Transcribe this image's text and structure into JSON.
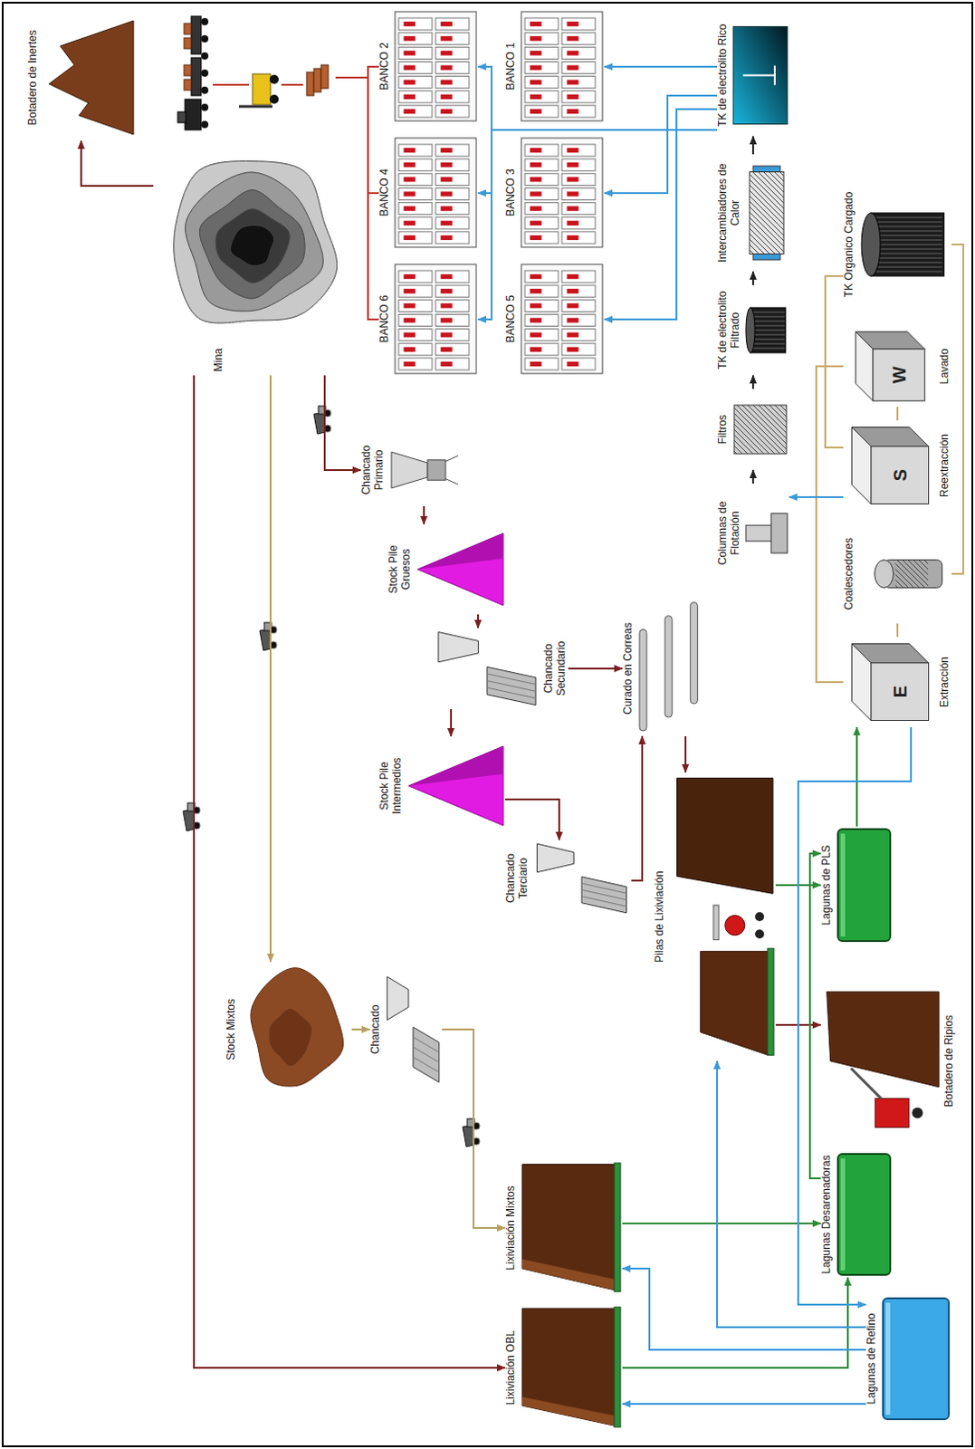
{
  "diagram": {
    "nodes": [
      {
        "text": [
          "Lixiviación OBL"
        ]
      },
      {
        "text": [
          "Lixiviación Mixtos"
        ]
      },
      {
        "text": [
          "Stock Mixtos"
        ]
      },
      {
        "text": [
          "Chancado"
        ]
      },
      {
        "text": [
          "Chancado Terciario"
        ]
      },
      {
        "text": [
          "Stock Pile Intermedios"
        ]
      },
      {
        "text": [
          "Chancado Secundario"
        ]
      },
      {
        "text": [
          "Stock Pile Gruesos"
        ]
      },
      {
        "text": [
          "Chancado Primario"
        ]
      },
      {
        "text": [
          "Mina"
        ]
      },
      {
        "text": [
          "Botadero de Inertes"
        ]
      },
      {
        "text": [
          "Curado en Correas"
        ]
      },
      {
        "text": [
          "Pilas de Lixiviación"
        ]
      },
      {
        "text": [
          "Lagunas de Refino"
        ]
      },
      {
        "text": [
          "Lagunas Desarenadoras"
        ]
      },
      {
        "text": [
          "Botadero de Ripios"
        ]
      },
      {
        "text": [
          "Lagunas de PLS"
        ]
      },
      {
        "text": [
          "E",
          "Extracción"
        ]
      },
      {
        "text": [
          "Coalescedores"
        ]
      },
      {
        "text": [
          "S",
          "Reextracción"
        ]
      },
      {
        "text": [
          "W",
          "Lavado"
        ]
      },
      {
        "text": [
          "TK Organico Cargado"
        ]
      },
      {
        "text": [
          "Columnas de Flotación"
        ]
      },
      {
        "text": [
          "Filtros"
        ]
      },
      {
        "text": [
          "TK de electrolito Filtrado"
        ]
      },
      {
        "text": [
          "Intercambiadores de Calor"
        ]
      },
      {
        "text": [
          "TK de electrolito Rico"
        ]
      },
      {
        "text": [
          "BANCO 6"
        ]
      },
      {
        "text": [
          "BANCO 4"
        ]
      },
      {
        "text": [
          "BANCO 2"
        ]
      },
      {
        "text": [
          "BANCO 5"
        ]
      },
      {
        "text": [
          "BANCO 3"
        ]
      },
      {
        "text": [
          "BANCO 1"
        ]
      }
    ],
    "edges": [
      {
        "from": 9,
        "to": 10,
        "arrow": "to"
      },
      {
        "from": 9,
        "to": 0,
        "arrow": "to"
      },
      {
        "from": 9,
        "to": 2,
        "arrow": "to"
      },
      {
        "from": 2,
        "to": 3,
        "arrow": "to"
      },
      {
        "from": 3,
        "to": 1,
        "arrow": "to"
      },
      {
        "from": 9,
        "to": 8,
        "arrow": "to"
      },
      {
        "from": 8,
        "to": 7,
        "arrow": "to"
      },
      {
        "from": 7,
        "to": 6,
        "arrow": "to"
      },
      {
        "from": 6,
        "to": 5,
        "arrow": "to"
      },
      {
        "from": 6,
        "to": 11,
        "arrow": "to"
      },
      {
        "from": 5,
        "to": 4,
        "arrow": "to"
      },
      {
        "from": 4,
        "to": 11,
        "arrow": "to"
      },
      {
        "from": 11,
        "to": 12,
        "arrow": "to"
      },
      {
        "from": 12,
        "to": 15,
        "arrow": "to"
      },
      {
        "from": 12,
        "to": 16,
        "arrow": "to"
      },
      {
        "from": 1,
        "to": 14,
        "arrow": "to"
      },
      {
        "from": 0,
        "to": 14,
        "arrow": "to"
      },
      {
        "from": 14,
        "to": 16,
        "arrow": "to"
      },
      {
        "from": 16,
        "to": 17,
        "arrow": "to"
      },
      {
        "from": 17,
        "to": 13,
        "arrow": "to"
      },
      {
        "from": 13,
        "to": 0,
        "arrow": "to"
      },
      {
        "from": 13,
        "to": 1,
        "arrow": "to"
      },
      {
        "from": 13,
        "to": 12,
        "arrow": "to"
      },
      {
        "from": 17,
        "to": 18,
        "arrow": "none"
      },
      {
        "from": 18,
        "to": 21,
        "arrow": "none"
      },
      {
        "from": 21,
        "to": 19,
        "arrow": "none"
      },
      {
        "from": 19,
        "to": 20,
        "arrow": "none"
      },
      {
        "from": 20,
        "to": 17,
        "arrow": "none"
      },
      {
        "from": 19,
        "to": 22,
        "arrow": "to"
      },
      {
        "from": 22,
        "to": 23,
        "arrow": "to"
      },
      {
        "from": 23,
        "to": 24,
        "arrow": "to"
      },
      {
        "from": 24,
        "to": 25,
        "arrow": "to"
      },
      {
        "from": 25,
        "to": 26,
        "arrow": "to"
      },
      {
        "from": 26,
        "to": 32,
        "arrow": "to"
      },
      {
        "from": 26,
        "to": 31,
        "arrow": "to"
      },
      {
        "from": 26,
        "to": 30,
        "arrow": "to"
      },
      {
        "from": 26,
        "to": 29,
        "arrow": "to"
      },
      {
        "from": 26,
        "to": 28,
        "arrow": "to"
      },
      {
        "from": 26,
        "to": 27,
        "arrow": "to"
      }
    ]
  }
}
